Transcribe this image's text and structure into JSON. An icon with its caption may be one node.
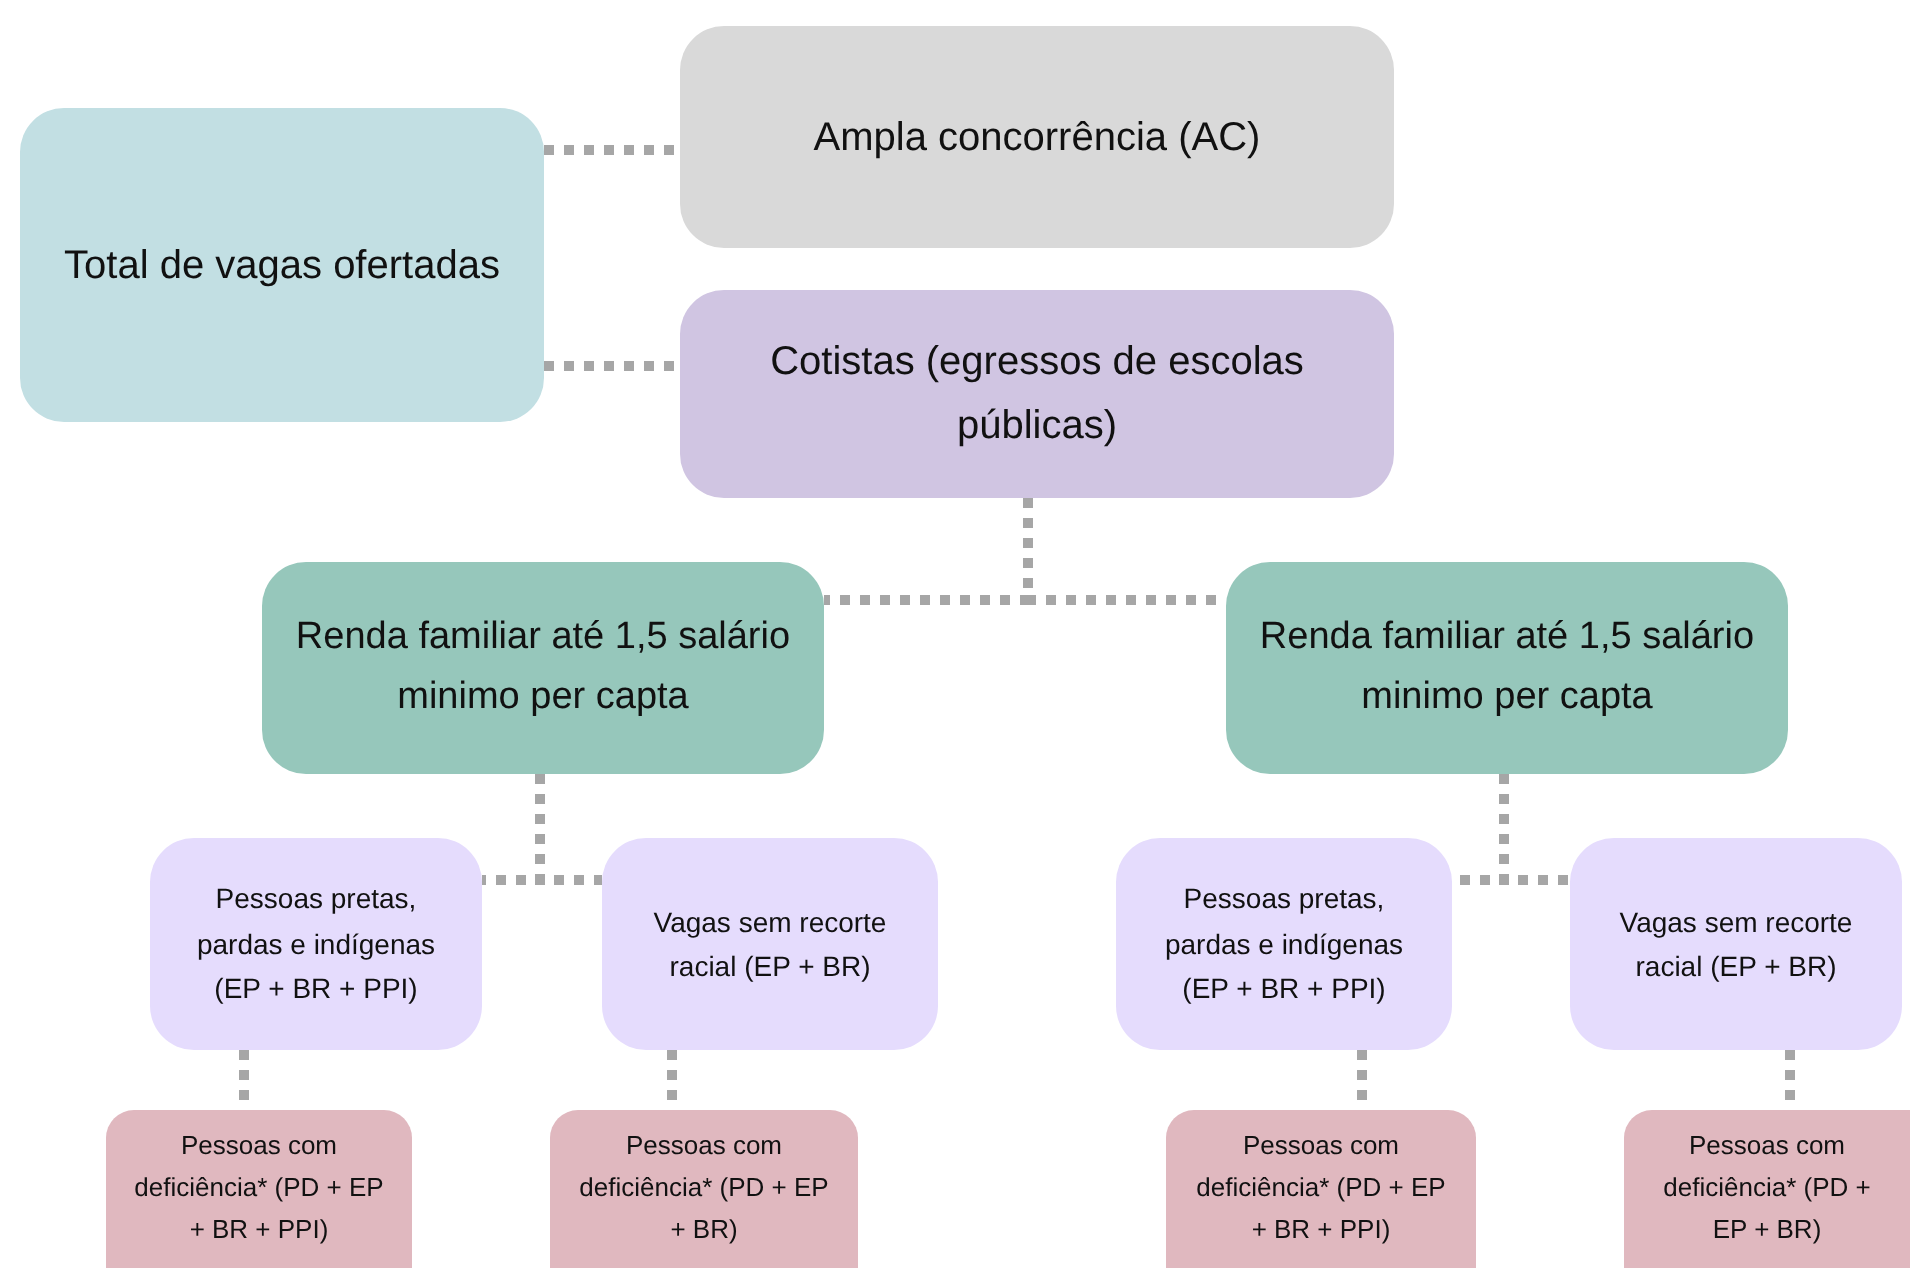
{
  "diagram": {
    "nodes": [
      {
        "text": [
          "Total de vagas ofertadas"
        ]
      },
      {
        "text": [
          "Ampla concorrência (AC)"
        ]
      },
      {
        "text": [
          "Cotistas (egressos de escolas públicas)"
        ]
      },
      {
        "text": [
          "Renda familiar até 1,5 salário minimo per capta"
        ]
      },
      {
        "text": [
          "Renda familiar até 1,5 salário minimo per capta"
        ]
      },
      {
        "text": [
          "Pessoas pretas, pardas e indígenas (EP + BR + PPI)"
        ]
      },
      {
        "text": [
          "Vagas sem recorte racial (EP + BR)"
        ]
      },
      {
        "text": [
          "Pessoas pretas, pardas e indígenas (EP + BR + PPI)"
        ]
      },
      {
        "text": [
          "Vagas sem recorte racial (EP + BR)"
        ]
      },
      {
        "text": [
          "Pessoas com deficiência* (PD + EP + BR + PPI)"
        ]
      },
      {
        "text": [
          "Pessoas com deficiência* (PD + EP + BR)"
        ]
      },
      {
        "text": [
          "Pessoas com deficiência* (PD + EP + BR + PPI)"
        ]
      },
      {
        "text": [
          "Pessoas com deficiência* (PD + EP + BR)"
        ]
      }
    ],
    "edges": [
      {
        "from": 0,
        "to": 1,
        "arrow": "none",
        "style": "dashed"
      },
      {
        "from": 0,
        "to": 2,
        "arrow": "none",
        "style": "dashed"
      },
      {
        "from": 2,
        "to": 3,
        "arrow": "none",
        "style": "dashed"
      },
      {
        "from": 2,
        "to": 4,
        "arrow": "none",
        "style": "dashed"
      },
      {
        "from": 3,
        "to": 5,
        "arrow": "none",
        "style": "dashed"
      },
      {
        "from": 3,
        "to": 6,
        "arrow": "none",
        "style": "dashed"
      },
      {
        "from": 4,
        "to": 7,
        "arrow": "none",
        "style": "dashed"
      },
      {
        "from": 4,
        "to": 8,
        "arrow": "none",
        "style": "dashed"
      },
      {
        "from": 5,
        "to": 9,
        "arrow": "none",
        "style": "dashed"
      },
      {
        "from": 6,
        "to": 10,
        "arrow": "none",
        "style": "dashed"
      },
      {
        "from": 7,
        "to": 11,
        "arrow": "none",
        "style": "dashed"
      },
      {
        "from": 8,
        "to": 12,
        "arrow": "none",
        "style": "dashed"
      }
    ]
  }
}
